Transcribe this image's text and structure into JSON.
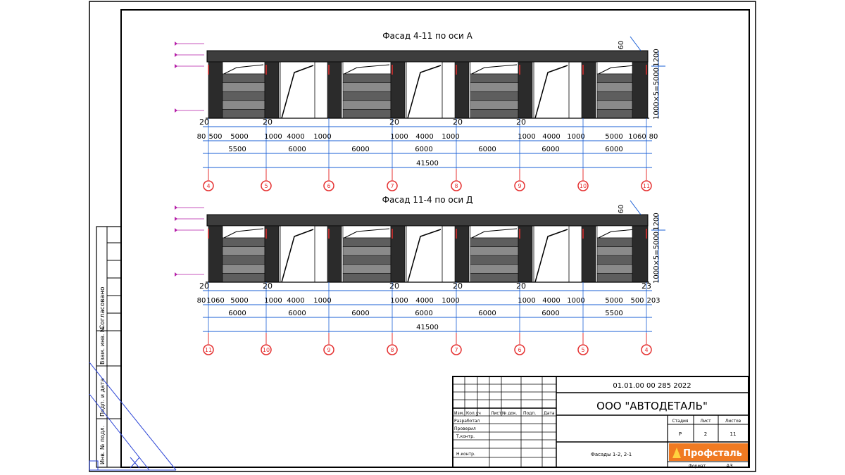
{
  "facades": [
    {
      "title": "Фасад 4-11 по оси А",
      "axes": [
        "4",
        "5",
        "6",
        "7",
        "8",
        "9",
        "10",
        "11"
      ],
      "dims_row1": [
        "20",
        "20",
        "20",
        "20",
        "20"
      ],
      "dims_row2": [
        "80",
        "500",
        "5000",
        "1000",
        "4000",
        "1000",
        "1000",
        "4000",
        "1000",
        "1000",
        "4000",
        "1000",
        "5000",
        "1060",
        "80"
      ],
      "dims_row3": [
        "5500",
        "6000",
        "6000",
        "6000",
        "6000",
        "6000",
        "6000"
      ],
      "total": "41500",
      "right_top": "1200",
      "right_side": "1000×5=5000",
      "top_right": "60"
    },
    {
      "title": "Фасад 11-4 по оси Д",
      "axes": [
        "11",
        "10",
        "9",
        "8",
        "7",
        "6",
        "5",
        "4"
      ],
      "dims_row1": [
        "20",
        "20",
        "20",
        "20",
        "20",
        "23"
      ],
      "dims_row2": [
        "80",
        "1060",
        "5000",
        "1000",
        "4000",
        "1000",
        "1000",
        "4000",
        "1000",
        "1000",
        "4000",
        "1000",
        "5000",
        "500",
        "203"
      ],
      "dims_row3": [
        "6000",
        "6000",
        "6000",
        "6000",
        "6000",
        "6000",
        "5500"
      ],
      "total": "41500",
      "right_top": "1200",
      "right_side": "1000×5=5000",
      "top_right": "60"
    }
  ],
  "side_stamp": {
    "agreed": "Согласовано",
    "rows": [
      "Взам. инв. №",
      "Подп. и дата",
      "Инв. № подл."
    ]
  },
  "title_block": {
    "doc_code": "01.01.00 00 285 2022",
    "company": "ООО \"АВТОДЕТАЛЬ\"",
    "columns": [
      "Изм.",
      "Кол.уч",
      "Лист",
      "№ док.",
      "Подп.",
      "Дата"
    ],
    "roles": [
      "Разработал",
      "Проверил",
      "Т.контр.",
      "",
      "Н.контр."
    ],
    "stage_label": "Стадия",
    "sheet_label": "Лист",
    "sheets_label": "Листов",
    "stage": "Р",
    "sheet": "2",
    "sheets": "11",
    "sheet_name": "Фасады 1-2, 2-1",
    "format_label": "Формат",
    "format": "А3",
    "logo": "Профсталь",
    "colors": {
      "logo_bg": "#f07a22",
      "axis": "#e53030",
      "dim": "#1a5fd6",
      "marks": "#b51ea8"
    }
  }
}
